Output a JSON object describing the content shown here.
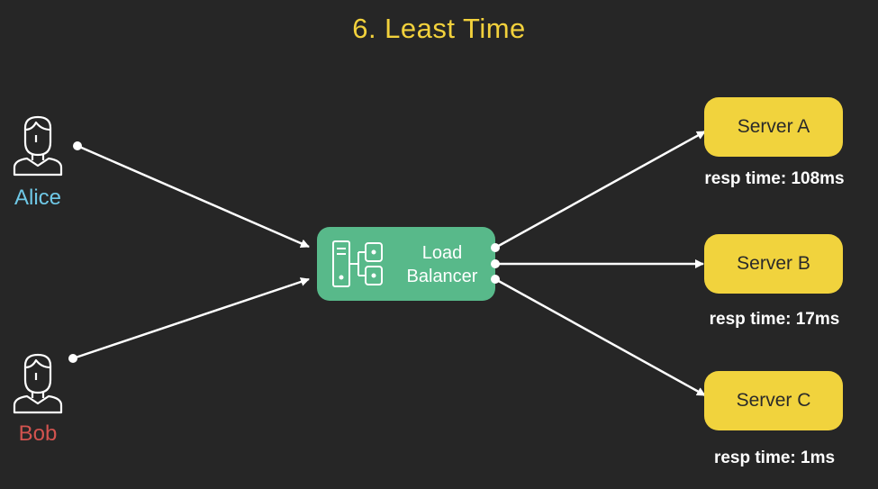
{
  "title": "6. Least Time",
  "colors": {
    "background": "#262626",
    "title": "#f2d13c",
    "alice": "#6fc8e6",
    "bob": "#d2534f",
    "load_balancer": "#58b98a",
    "server": "#f1d33d",
    "edge": "#ffffff"
  },
  "clients": [
    {
      "name": "Alice",
      "icon": "person-icon"
    },
    {
      "name": "Bob",
      "icon": "person-icon"
    }
  ],
  "load_balancer": {
    "label_line1": "Load",
    "label_line2": "Balancer",
    "icon": "server-network-icon"
  },
  "servers": [
    {
      "name": "Server A",
      "resp": "resp time: 108ms"
    },
    {
      "name": "Server B",
      "resp": "resp time: 17ms"
    },
    {
      "name": "Server C",
      "resp": "resp time: 1ms"
    }
  ]
}
